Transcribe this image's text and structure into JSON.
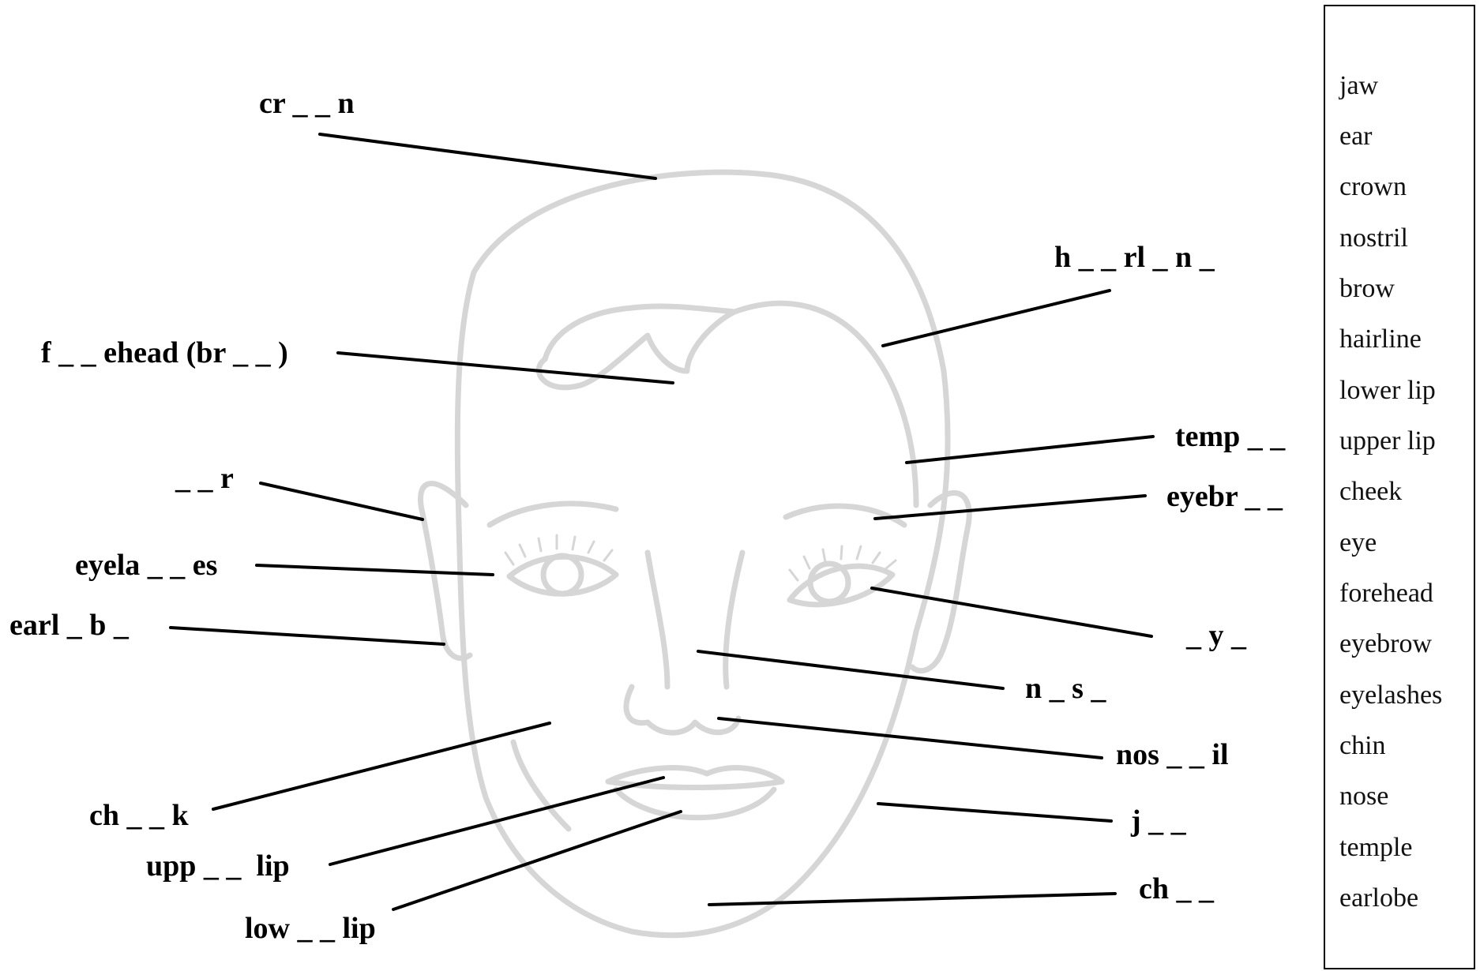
{
  "labels": {
    "crown": "cr _ _ n",
    "hairline": "h _ _ rl _ n _",
    "forehead": "f _ _ ehead (br _ _ )",
    "temple": "temp _ _",
    "ear": "_ _ r",
    "eyebrow": "eyebr _ _",
    "eyelashes": "eyela _ _ es",
    "eye": "_ y _",
    "earlobe": "earl _ b _",
    "nose": "n _ s _",
    "nostril": "nos _ _ il",
    "cheek": "ch _ _ k",
    "jaw": "j _ _",
    "upper_lip": "upp _ _  lip",
    "lower_lip": "low _ _ lip",
    "chin": "ch _ _"
  },
  "word_bank": [
    "jaw",
    "ear",
    "crown",
    "nostril",
    "brow",
    "hairline",
    "lower lip",
    "upper lip",
    "cheek",
    "eye",
    "forehead",
    "eyebrow",
    "eyelashes",
    "chin",
    "nose",
    "temple",
    "earlobe"
  ],
  "colors": {
    "face_outline": "#d6d6d6",
    "leader_lines": "#000000",
    "text": "#000000"
  }
}
